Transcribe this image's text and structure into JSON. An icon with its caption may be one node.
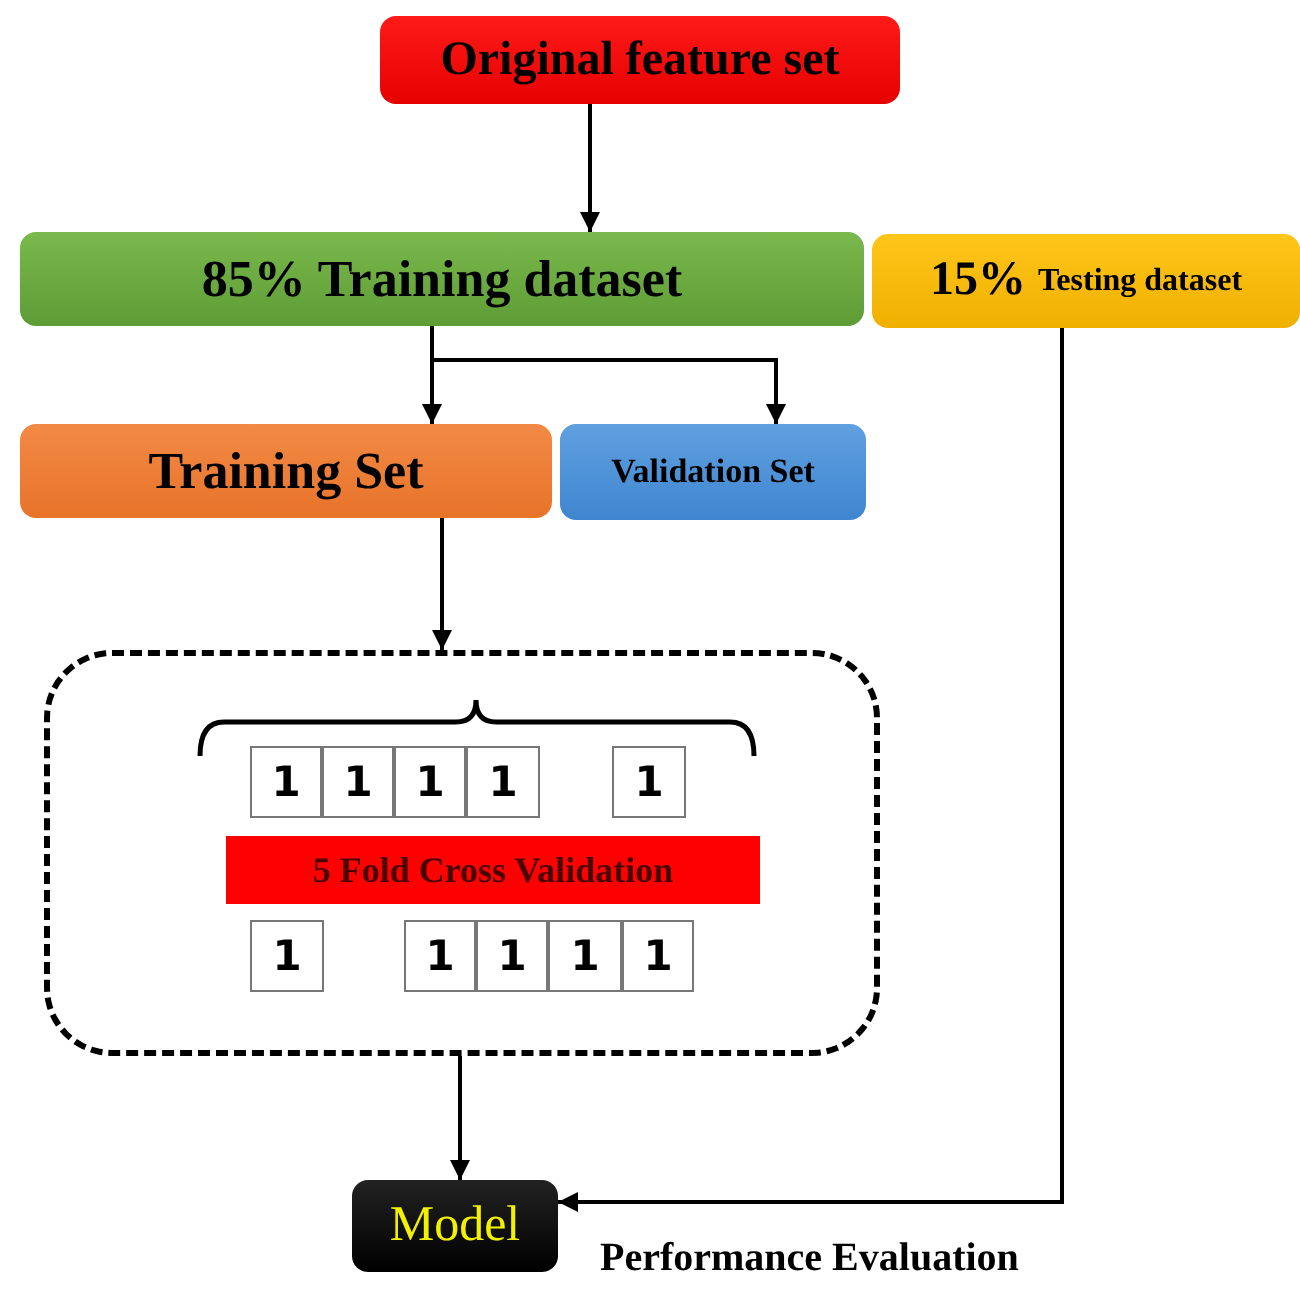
{
  "diagram": {
    "nodes": [
      {
        "text": [
          "Original feature set"
        ]
      },
      {
        "text": [
          "85% Training dataset"
        ]
      },
      {
        "text": [
          "15%",
          "Testing dataset"
        ]
      },
      {
        "text": [
          "Training Set"
        ]
      },
      {
        "text": [
          "Validation Set"
        ]
      },
      {
        "text": [],
        "shape": "box"
      },
      {
        "text": [
          "1"
        ],
        "in": 5
      },
      {
        "text": [
          "1"
        ],
        "in": 5
      },
      {
        "text": [
          "1"
        ],
        "in": 5
      },
      {
        "text": [
          "1"
        ],
        "in": 5
      },
      {
        "text": [
          "1"
        ],
        "in": 5
      },
      {
        "text": [
          "5 Fold Cross Validation"
        ],
        "in": 5
      },
      {
        "text": [
          "1"
        ],
        "in": 5
      },
      {
        "text": [
          "1"
        ],
        "in": 5
      },
      {
        "text": [
          "1"
        ],
        "in": 5
      },
      {
        "text": [
          "1"
        ],
        "in": 5
      },
      {
        "text": [
          "1"
        ],
        "in": 5
      },
      {
        "text": [
          "Model"
        ]
      }
    ],
    "edges": [
      {
        "from": 0,
        "to": 1,
        "arrow": "to"
      },
      {
        "from": 1,
        "to": 3,
        "arrow": "to"
      },
      {
        "from": 1,
        "to": 4,
        "arrow": "to"
      },
      {
        "from": 3,
        "to": 5,
        "arrow": "to"
      },
      {
        "from": 5,
        "to": 17,
        "arrow": "to"
      },
      {
        "from": 2,
        "to": 17,
        "arrow": "to",
        "label": "Performance Evaluation"
      }
    ]
  }
}
